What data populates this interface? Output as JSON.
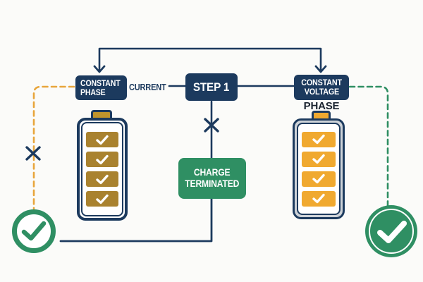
{
  "colors": {
    "background": "#FBFBF9",
    "navy": "#1C3A5E",
    "gold": "#A9822F",
    "gold_cap": "#C0942C",
    "amber": "#F0A930",
    "orange_dash": "#E8A63C",
    "green": "#2F8F63",
    "phase_text": "#1B2430",
    "battery_gray": "#CDD2D8"
  },
  "diagram": {
    "constant_current_box": {
      "line1": "CONSTANT",
      "line2": "PHASE"
    },
    "current_label": "CURRENT",
    "step_box_label": "STEP 1",
    "constant_voltage_box": {
      "line1": "CONSTANT",
      "line2": "VOLTAGE"
    },
    "voltage_phase_label": "PHASE",
    "charge_terminated_box": {
      "line1": "CHARGE",
      "line2": "TERMINATED"
    },
    "left_battery": {
      "segment_count": 4
    },
    "right_battery": {
      "segment_count": 4
    }
  }
}
